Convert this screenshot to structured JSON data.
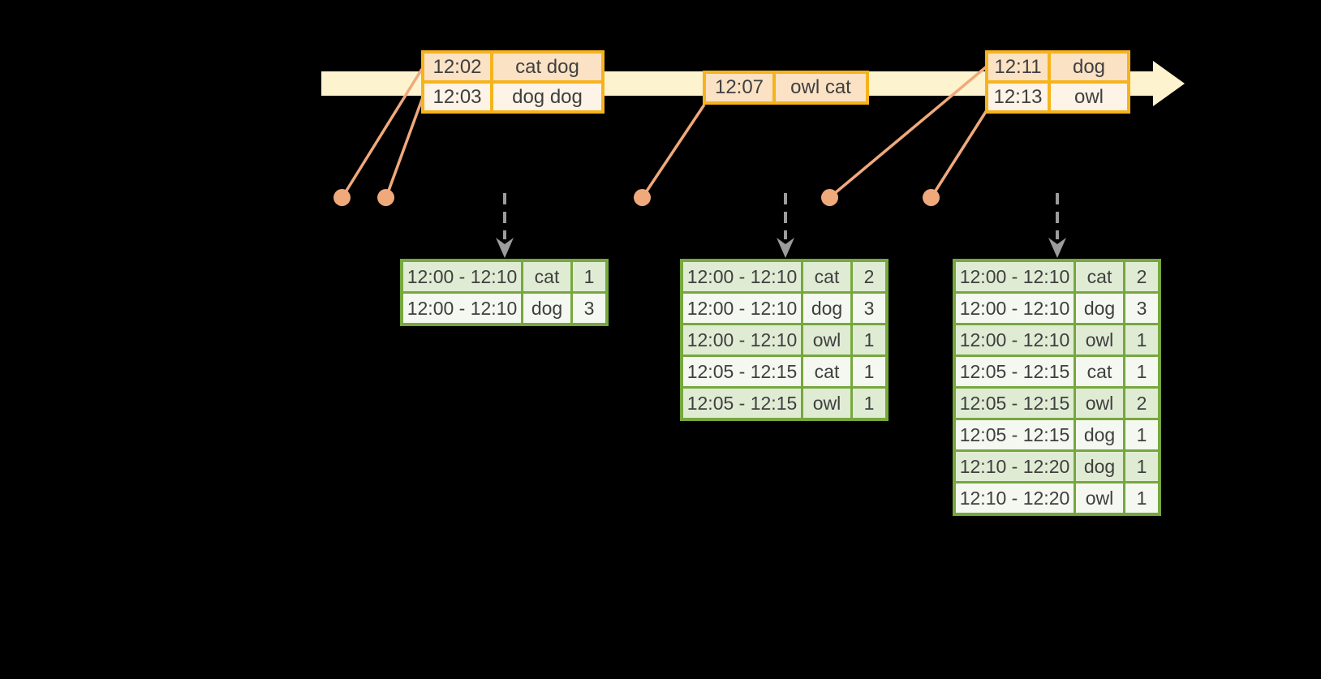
{
  "palette": {
    "background": "#000000",
    "timeline_fill": "#fdf3cf",
    "event_table_border": "#f5b31d",
    "event_row_fill_dark": "#fbe2c4",
    "event_row_fill_light": "#fdf3e6",
    "result_table_border": "#76a83e",
    "result_row_fill_dark": "#e0ebd4",
    "result_row_fill_light": "#f4f8f0",
    "connector_and_dot": "#f0a97b",
    "trigger_arrow": "#9c9c9c",
    "text": "#3f3f3f"
  },
  "event_tables": [
    {
      "rows": [
        {
          "time": "12:02",
          "words": "cat dog"
        },
        {
          "time": "12:03",
          "words": "dog dog"
        }
      ]
    },
    {
      "rows": [
        {
          "time": "12:07",
          "words": "owl cat"
        }
      ]
    },
    {
      "rows": [
        {
          "time": "12:11",
          "words": "dog"
        },
        {
          "time": "12:13",
          "words": "owl"
        }
      ]
    }
  ],
  "result_tables": [
    {
      "rows": [
        {
          "window": "12:00 - 12:10",
          "word": "cat",
          "count": "1"
        },
        {
          "window": "12:00 - 12:10",
          "word": "dog",
          "count": "3"
        }
      ]
    },
    {
      "rows": [
        {
          "window": "12:00 - 12:10",
          "word": "cat",
          "count": "2"
        },
        {
          "window": "12:00 - 12:10",
          "word": "dog",
          "count": "3"
        },
        {
          "window": "12:00 - 12:10",
          "word": "owl",
          "count": "1"
        },
        {
          "window": "12:05 - 12:15",
          "word": "cat",
          "count": "1"
        },
        {
          "window": "12:05 - 12:15",
          "word": "owl",
          "count": "1"
        }
      ]
    },
    {
      "rows": [
        {
          "window": "12:00 - 12:10",
          "word": "cat",
          "count": "2"
        },
        {
          "window": "12:00 - 12:10",
          "word": "dog",
          "count": "3"
        },
        {
          "window": "12:00 - 12:10",
          "word": "owl",
          "count": "1"
        },
        {
          "window": "12:05 - 12:15",
          "word": "cat",
          "count": "1"
        },
        {
          "window": "12:05 - 12:15",
          "word": "owl",
          "count": "2"
        },
        {
          "window": "12:05 - 12:15",
          "word": "dog",
          "count": "1"
        },
        {
          "window": "12:10 - 12:20",
          "word": "dog",
          "count": "1"
        },
        {
          "window": "12:10 - 12:20",
          "word": "owl",
          "count": "1"
        }
      ]
    }
  ]
}
